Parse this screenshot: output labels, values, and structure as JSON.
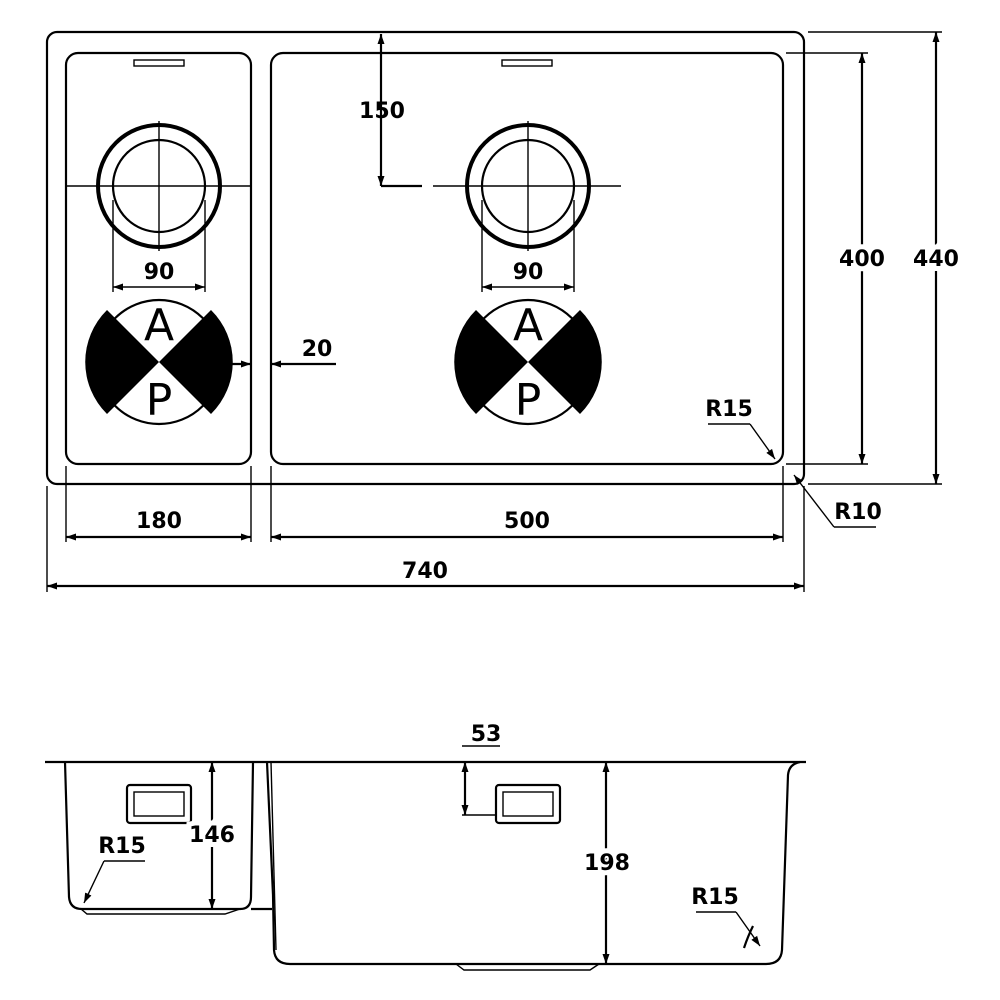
{
  "dimensions": {
    "bowl_small_hole": "90",
    "bowl_large_hole": "90",
    "drain_offset": "150",
    "gap": "20",
    "bowl_small_width": "180",
    "bowl_large_width": "500",
    "overall_width": "740",
    "bowl_height": "400",
    "overall_height": "440",
    "inner_radius": "R15",
    "outer_radius": "R10",
    "overflow_offset": "53",
    "depth_small": "146",
    "depth_large": "198",
    "section_radius_small": "R15",
    "section_radius_large": "R15"
  },
  "valve_labels": {
    "top": "A",
    "bottom": "P"
  }
}
